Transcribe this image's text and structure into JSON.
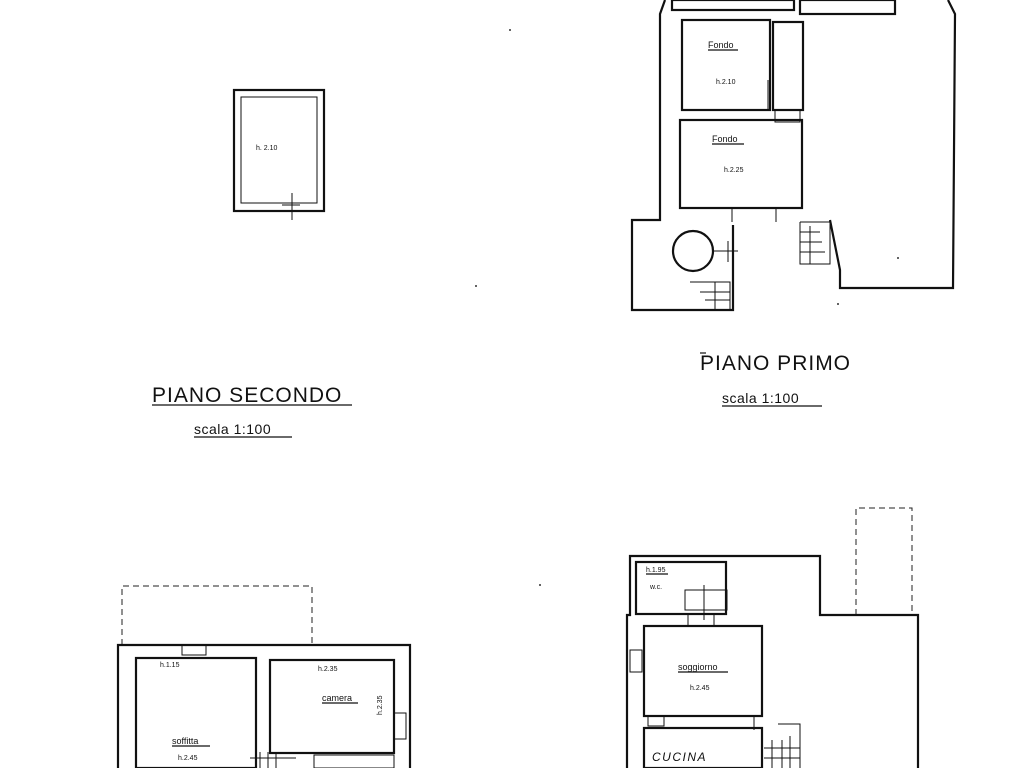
{
  "plans": {
    "piano_secondo": {
      "title": "PIANO SECONDO",
      "scale": "scala 1:100",
      "room_height": "h. 2.10"
    },
    "piano_primo": {
      "title": "PIANO PRIMO",
      "scale": "scala 1:100",
      "rooms": [
        {
          "name": "Fondo",
          "height": "h.2.10"
        },
        {
          "name": "Fondo",
          "height": "h.2.25"
        }
      ]
    },
    "sottotetto": {
      "rooms": [
        {
          "name": "soffitta",
          "height": "h.2.45"
        },
        {
          "name": "camera",
          "height": "h.2.35"
        }
      ],
      "extra_heights": [
        "h.1.15",
        "h.2.35"
      ]
    },
    "piano_terra": {
      "rooms": [
        {
          "name": "w.c.",
          "height": "h.1.95"
        },
        {
          "name": "soggiorno",
          "height": "h.2.45"
        },
        {
          "name": "CUCINA",
          "height": ""
        }
      ]
    }
  }
}
